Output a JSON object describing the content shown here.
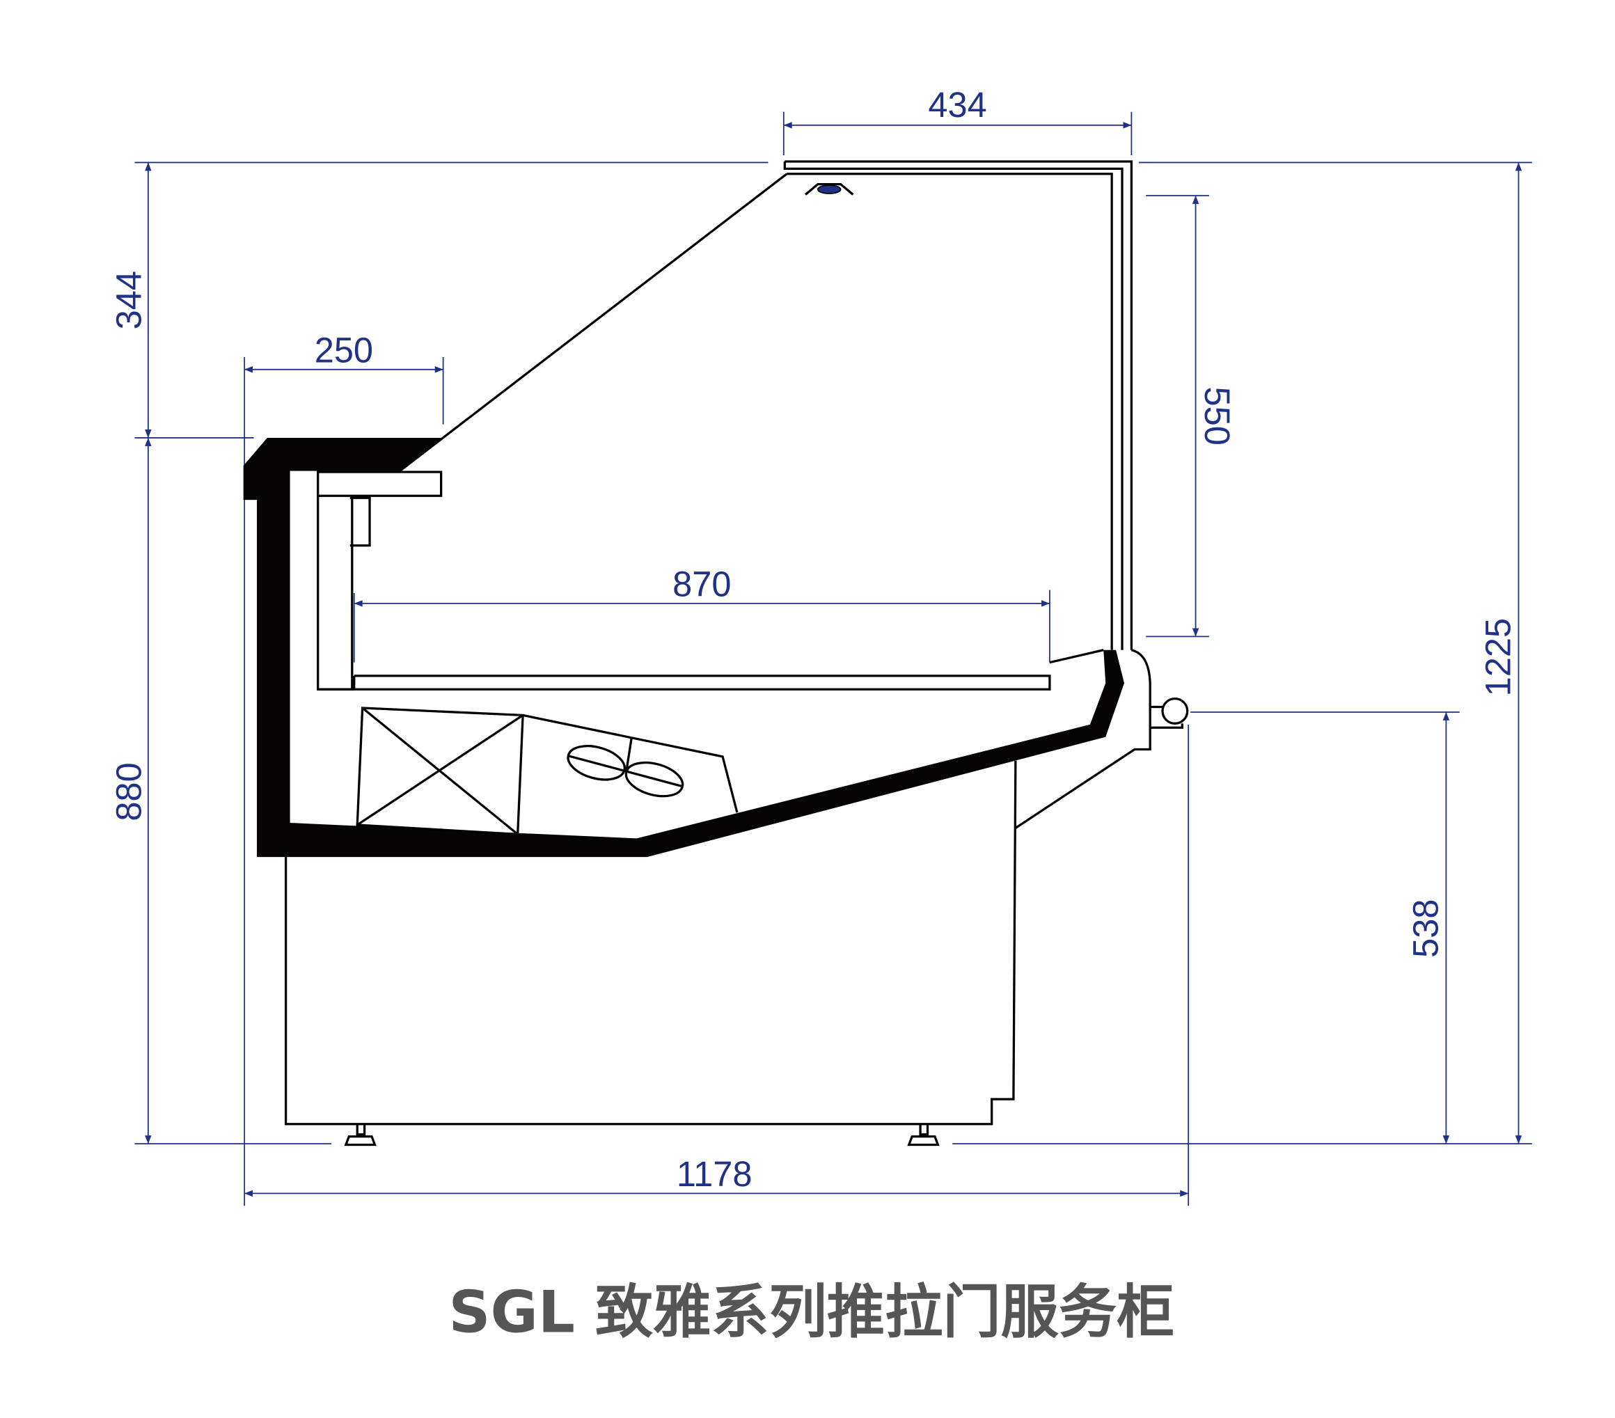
{
  "title": "SGL 致雅系列推拉门服务柜",
  "dimensions": {
    "top_glass_depth": "434",
    "upper_height": "344",
    "counter_height": "880",
    "shelf_overhang": "250",
    "display_depth": "870",
    "glass_height": "550",
    "total_height": "1225",
    "bumper_height": "538",
    "total_depth": "1178"
  },
  "colors": {
    "dimension": "#1f3288",
    "outline": "#000000",
    "title": "#555555"
  }
}
